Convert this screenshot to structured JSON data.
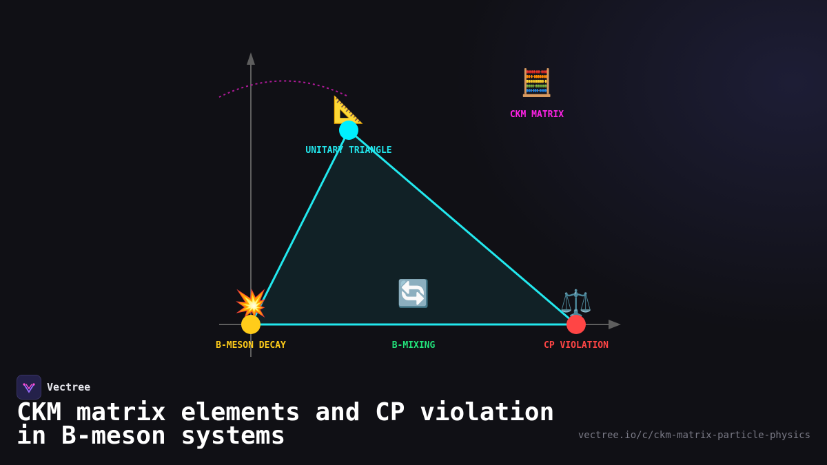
{
  "diagram": {
    "nodes": [
      {
        "id": "unitary",
        "label": "UNITARY TRIANGLE",
        "icon": "triangular-ruler-icon",
        "glyph": "📐",
        "color": "#00f0ff"
      },
      {
        "id": "decay",
        "label": "B-MESON DECAY",
        "icon": "collision-icon",
        "glyph": "💥",
        "color": "#ffd21f"
      },
      {
        "id": "cpv",
        "label": "CP VIOLATION",
        "icon": "balance-scale-icon",
        "glyph": "⚖️",
        "color": "#ff4d4d"
      },
      {
        "id": "mixing",
        "label": "B-MIXING",
        "icon": "cycle-arrows-icon",
        "glyph": "🔄",
        "color": "#22e27a"
      },
      {
        "id": "ckm",
        "label": "CKM MATRIX",
        "icon": "abacus-icon",
        "glyph": "🧮",
        "color": "#ff22e6"
      }
    ],
    "colors": {
      "triangle_edge": "#22e8ee",
      "axis": "#6a6a6a",
      "arc": "#b01a9a"
    }
  },
  "brand": {
    "name": "Vectree",
    "logo_icon": "vectree-logo-icon"
  },
  "title": "CKM matrix elements and CP violation in B-meson systems",
  "url": "vectree.io/c/ckm-matrix-particle-physics"
}
